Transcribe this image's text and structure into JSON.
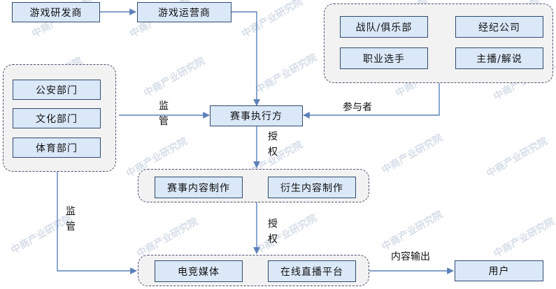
{
  "nodes": {
    "game_developer": "游戏研发商",
    "game_operator": "游戏运营商",
    "team_club": "战队/俱乐部",
    "agency_company": "经纪公司",
    "pro_player": "职业选手",
    "streamer_commentator": "主播/解说",
    "public_security": "公安部门",
    "culture_dept": "文化部门",
    "sports_dept": "体育部门",
    "event_organizer": "赛事执行方",
    "event_content_production": "赛事内容制作",
    "derivative_content_production": "衍生内容制作",
    "esports_media": "电竞媒体",
    "live_streaming_platform": "在线直播平台",
    "user": "用户"
  },
  "labels": {
    "supervise_1": [
      "监",
      "管"
    ],
    "supervise_2": [
      "监",
      "管"
    ],
    "authorize_1": [
      "授",
      "权"
    ],
    "authorize_2": [
      "授",
      "权"
    ],
    "participants": "参与者",
    "content_output": "内容输出"
  },
  "watermark": "中商产业研究院",
  "colors": {
    "node_fill": "#dae8f8",
    "node_border": "#2f4b6e",
    "group_fill": "#f2f2f2",
    "group_border": "#4a4f6b",
    "arrow": "#5b80b8",
    "watermark": "#d6dee9"
  }
}
